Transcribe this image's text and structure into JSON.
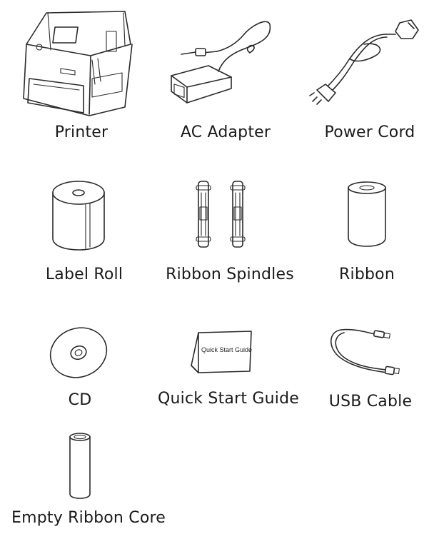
{
  "items": [
    {
      "id": "printer",
      "label": "Printer"
    },
    {
      "id": "ac-adapter",
      "label": "AC Adapter"
    },
    {
      "id": "power-cord",
      "label": "Power Cord"
    },
    {
      "id": "label-roll",
      "label": "Label Roll"
    },
    {
      "id": "ribbon-spindles",
      "label": "Ribbon Spindles"
    },
    {
      "id": "ribbon",
      "label": "Ribbon"
    },
    {
      "id": "cd",
      "label": "CD"
    },
    {
      "id": "quick-start-guide",
      "label": "Quick Start Guide",
      "cover_text": "Quick Start Guide"
    },
    {
      "id": "usb-cable",
      "label": "USB Cable"
    },
    {
      "id": "empty-ribbon-core",
      "label": "Empty Ribbon Core"
    }
  ]
}
